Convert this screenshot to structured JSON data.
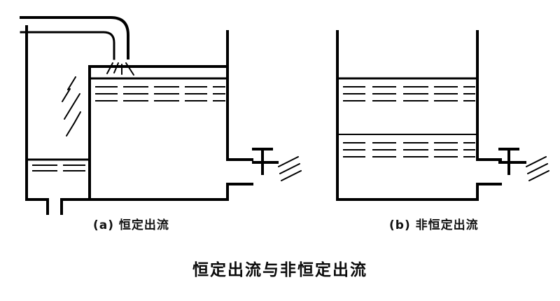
{
  "figure": {
    "title": "恒定出流与非恒定出流",
    "panels": [
      {
        "id": "a",
        "caption": "(a) 恒定出流",
        "description": "Steady outflow: constant-head reservoir feeds tank through inlet pipe, outlet valve discharges jet",
        "water_levels": [
          "tank-surface-upper",
          "left-reservoir-surface"
        ],
        "components": {
          "inlet_pipe": "inlet-pipe",
          "splash": "splash-marks",
          "feed_stream": "feed-stream-marks",
          "valve": "outlet-valve",
          "jet": "discharge-jet",
          "drain": "bottom-drain"
        }
      },
      {
        "id": "b",
        "caption": "(b) 非恒定出流",
        "description": "Unsteady outflow: no inflow, water surface drops from upper level to lower level while valve discharges",
        "water_levels": [
          "initial-surface",
          "falling-surface"
        ],
        "components": {
          "valve": "outlet-valve",
          "jet": "discharge-jet"
        }
      }
    ]
  },
  "style": {
    "line_color": "#000000",
    "background": "#ffffff",
    "stroke_heavy": 4,
    "stroke_light": 2
  }
}
